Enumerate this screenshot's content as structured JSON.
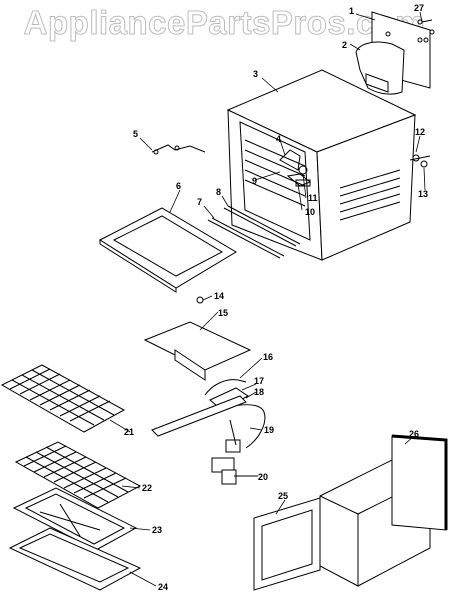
{
  "watermark": "AppliancePartsPros.com",
  "callouts": [
    "1",
    "2",
    "3",
    "4",
    "5",
    "6",
    "7",
    "8",
    "9",
    "10",
    "11",
    "12",
    "13",
    "14",
    "15",
    "16",
    "17",
    "18",
    "19",
    "20",
    "21",
    "22",
    "23",
    "24",
    "25",
    "26",
    "27"
  ]
}
